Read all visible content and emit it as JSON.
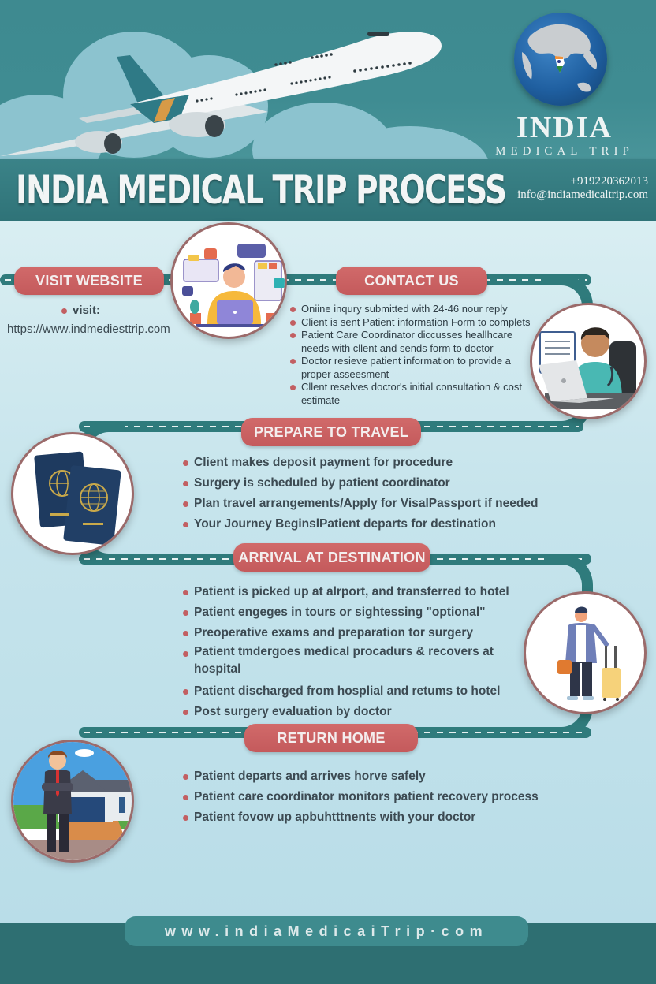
{
  "header": {
    "logo": {
      "title": "INDIA",
      "subtitle": "MEDICAL TRIP",
      "icon": "globe-india-flag-icon"
    },
    "illustration": "airplane-icon"
  },
  "banner": {
    "title": "INDIA MEDICAL TRIP PROCESS",
    "phone": "+919220362013",
    "email": "info@indiamedicaltrip.com"
  },
  "colors": {
    "teal_dark": "#2f7378",
    "teal_road": "#2f7b7c",
    "pill_red": "#c45a5c",
    "bullet_red": "#c25f62",
    "text_dark": "#3c4a52",
    "body_bg": "#c6e4ec"
  },
  "steps": [
    {
      "label": "VISIT WEBSITE",
      "icon": "person-laptop-chat-icon",
      "bullets": [
        "visit:"
      ],
      "link": "https://www.indmediesttrip.com"
    },
    {
      "label": "CONTACT US",
      "icon": "doctor-laptop-icon",
      "bullets": [
        "Oniine inqury submitted with 24-46 nour reply",
        "Client is sent Patient information Form to complets",
        "Patient Care Coordinator diccusses heallhcare needs with cllent and sends form to doctor",
        "Doctor resieve patient information to provide a proper asseesment",
        "Cllent reselves doctor's initial consultation & cost estimate"
      ]
    },
    {
      "label": "PREPARE TO TRAVEL",
      "icon": "passports-icon",
      "bullets": [
        "Client makes deposit payment for procedure",
        "Surgery is scheduled by patient coordinator",
        "Plan travel arrangements/Apply for VisalPassport if needed",
        "Your Journey BeginslPatient departs for destination"
      ]
    },
    {
      "label": "ARRIVAL AT DESTINATION",
      "icon": "traveler-luggage-icon",
      "bullets": [
        "Patient is picked up at alrport, and transferred to hotel",
        "Patient engeges in tours or sightessing \"optional\"",
        "Preoperative exams and preparation tor surgery",
        "Patient tmdergoes medical procadurs & recovers at hospital",
        "Patient discharged from hosplial and retums to hotel",
        "Post surgery evaluation by doctor"
      ]
    },
    {
      "label": "RETURN HOME",
      "icon": "man-house-icon",
      "bullets": [
        "Patient departs and arrives horve safely",
        "Patient care coordinator monitors patient recovery process",
        "Patient fovow up apbuhtttnents with your doctor"
      ]
    }
  ],
  "footer": {
    "website": "www.indiaMedicaiTrip·com"
  }
}
